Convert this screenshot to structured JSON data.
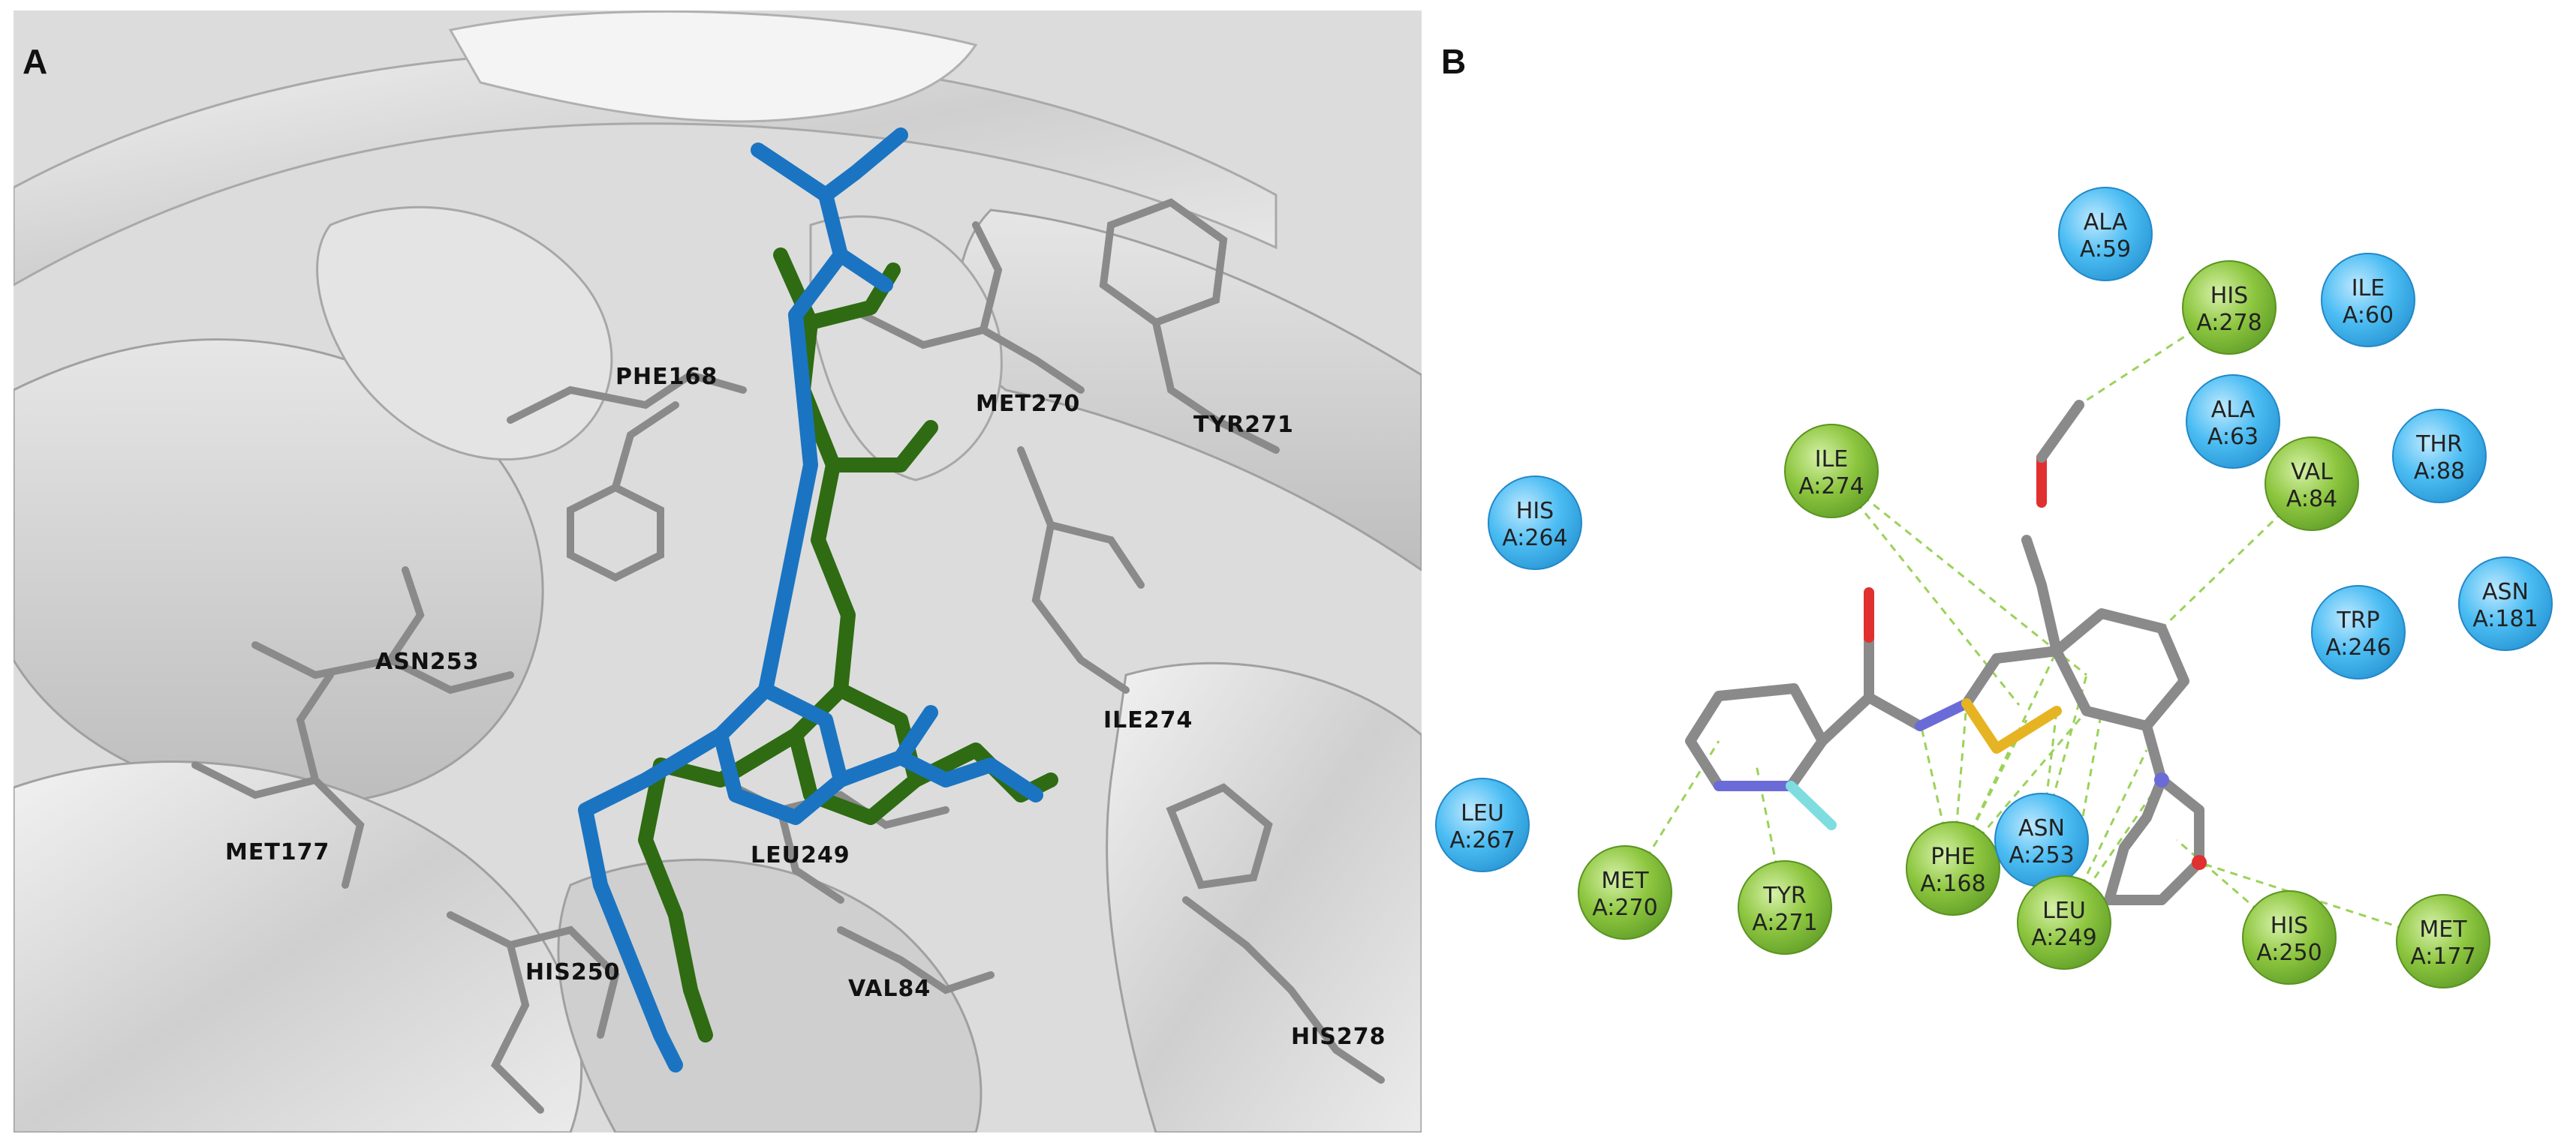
{
  "panels": {
    "a_label": "A",
    "b_label": "B"
  },
  "panel_a": {
    "residue_labels": [
      {
        "id": "phe168",
        "text": "PHE168"
      },
      {
        "id": "met270",
        "text": "MET270"
      },
      {
        "id": "tyr271",
        "text": "TYR271"
      },
      {
        "id": "asn253",
        "text": "ASN253"
      },
      {
        "id": "ile274",
        "text": "ILE274"
      },
      {
        "id": "met177",
        "text": "MET177"
      },
      {
        "id": "leu249",
        "text": "LEU249"
      },
      {
        "id": "his250",
        "text": "HIS250"
      },
      {
        "id": "val84",
        "text": "VAL84"
      },
      {
        "id": "his278",
        "text": "HIS278"
      }
    ],
    "colors": {
      "ligand_blue": "#1a74c2",
      "ligand_green": "#2e6b12",
      "residue_gray": "#8a8a8a",
      "ribbon": "#d9d9d9"
    }
  },
  "panel_b": {
    "colors": {
      "van_der_waals": "#45b8f0",
      "hydrophobic": "#8cc63f",
      "contact_line": "#9bd25a",
      "bond": "#8a8a8a",
      "nitrogen": "#6b6bd8",
      "oxygen": "#e03030",
      "sulfur": "#e6b422",
      "fluorine": "#7fdde0"
    },
    "nodes": [
      {
        "id": "ala59",
        "l1": "ALA",
        "l2": "A:59",
        "kind": "van_der_waals"
      },
      {
        "id": "ile60",
        "l1": "ILE",
        "l2": "A:60",
        "kind": "van_der_waals"
      },
      {
        "id": "his278",
        "l1": "HIS",
        "l2": "A:278",
        "kind": "hydrophobic"
      },
      {
        "id": "ala63",
        "l1": "ALA",
        "l2": "A:63",
        "kind": "van_der_waals"
      },
      {
        "id": "thr88",
        "l1": "THR",
        "l2": "A:88",
        "kind": "van_der_waals"
      },
      {
        "id": "ile274",
        "l1": "ILE",
        "l2": "A:274",
        "kind": "hydrophobic"
      },
      {
        "id": "val84",
        "l1": "VAL",
        "l2": "A:84",
        "kind": "hydrophobic"
      },
      {
        "id": "his264",
        "l1": "HIS",
        "l2": "A:264",
        "kind": "van_der_waals"
      },
      {
        "id": "asn181",
        "l1": "ASN",
        "l2": "A:181",
        "kind": "van_der_waals"
      },
      {
        "id": "trp246",
        "l1": "TRP",
        "l2": "A:246",
        "kind": "van_der_waals"
      },
      {
        "id": "leu267",
        "l1": "LEU",
        "l2": "A:267",
        "kind": "van_der_waals"
      },
      {
        "id": "met270",
        "l1": "MET",
        "l2": "A:270",
        "kind": "hydrophobic"
      },
      {
        "id": "tyr271",
        "l1": "TYR",
        "l2": "A:271",
        "kind": "hydrophobic"
      },
      {
        "id": "phe168",
        "l1": "PHE",
        "l2": "A:168",
        "kind": "hydrophobic"
      },
      {
        "id": "asn253",
        "l1": "ASN",
        "l2": "A:253",
        "kind": "van_der_waals"
      },
      {
        "id": "leu249",
        "l1": "LEU",
        "l2": "A:249",
        "kind": "hydrophobic"
      },
      {
        "id": "his250",
        "l1": "HIS",
        "l2": "A:250",
        "kind": "hydrophobic"
      },
      {
        "id": "met177",
        "l1": "MET",
        "l2": "A:177",
        "kind": "hydrophobic"
      }
    ]
  }
}
